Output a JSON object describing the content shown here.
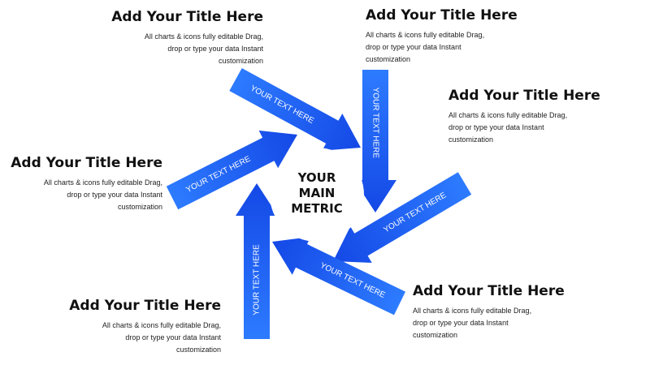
{
  "center": {
    "line1": "YOUR",
    "line2": "MAIN",
    "line3": "METRIC"
  },
  "colors": {
    "arrow_light": "#2d7bff",
    "arrow_dark": "#1448e6",
    "text": "#111111"
  },
  "arrows": [
    {
      "label": "YOUR TEXT HERE"
    },
    {
      "label": "YOUR TEXT HERE"
    },
    {
      "label": "YOUR TEXT HERE"
    },
    {
      "label": "YOUR TEXT HERE"
    },
    {
      "label": "YOUR TEXT HERE"
    },
    {
      "label": "YOUR TEXT HERE"
    }
  ],
  "blocks": [
    {
      "title": "Add Your Title Here",
      "desc": "All charts & icons fully editable Drag, drop or type your data Instant customization"
    },
    {
      "title": "Add Your Title Here",
      "desc": "All charts & icons fully editable Drag, drop or type your data Instant customization"
    },
    {
      "title": "Add Your Title Here",
      "desc": "All charts & icons fully editable Drag, drop or type your data Instant customization"
    },
    {
      "title": "Add Your Title Here",
      "desc": "All charts & icons fully editable Drag, drop or type your data Instant customization"
    },
    {
      "title": "Add Your Title Here",
      "desc": "All charts & icons fully editable Drag, drop or type your data Instant customization"
    },
    {
      "title": "Add Your Title Here",
      "desc": "All charts & icons fully editable Drag, drop or type your data Instant customization"
    }
  ]
}
